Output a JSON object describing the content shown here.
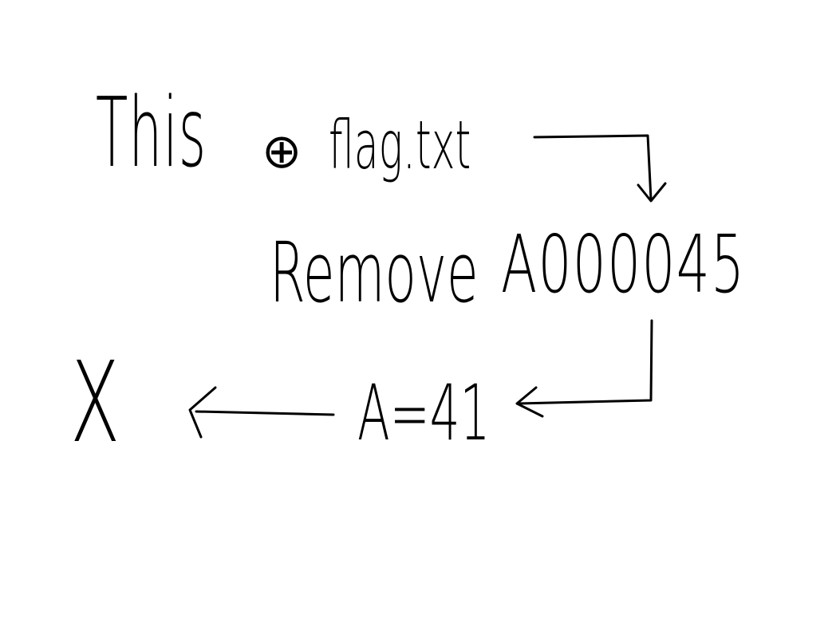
{
  "nodes": {
    "this_label": "This",
    "xor_symbol": "⊕",
    "flag_label": "flag.txt",
    "remove_label": "Remove",
    "hex_label": "A000045",
    "a_eq_label": "A=41",
    "x_label": "X"
  },
  "colors": {
    "background": "#ffffff",
    "ink": "#000000"
  }
}
